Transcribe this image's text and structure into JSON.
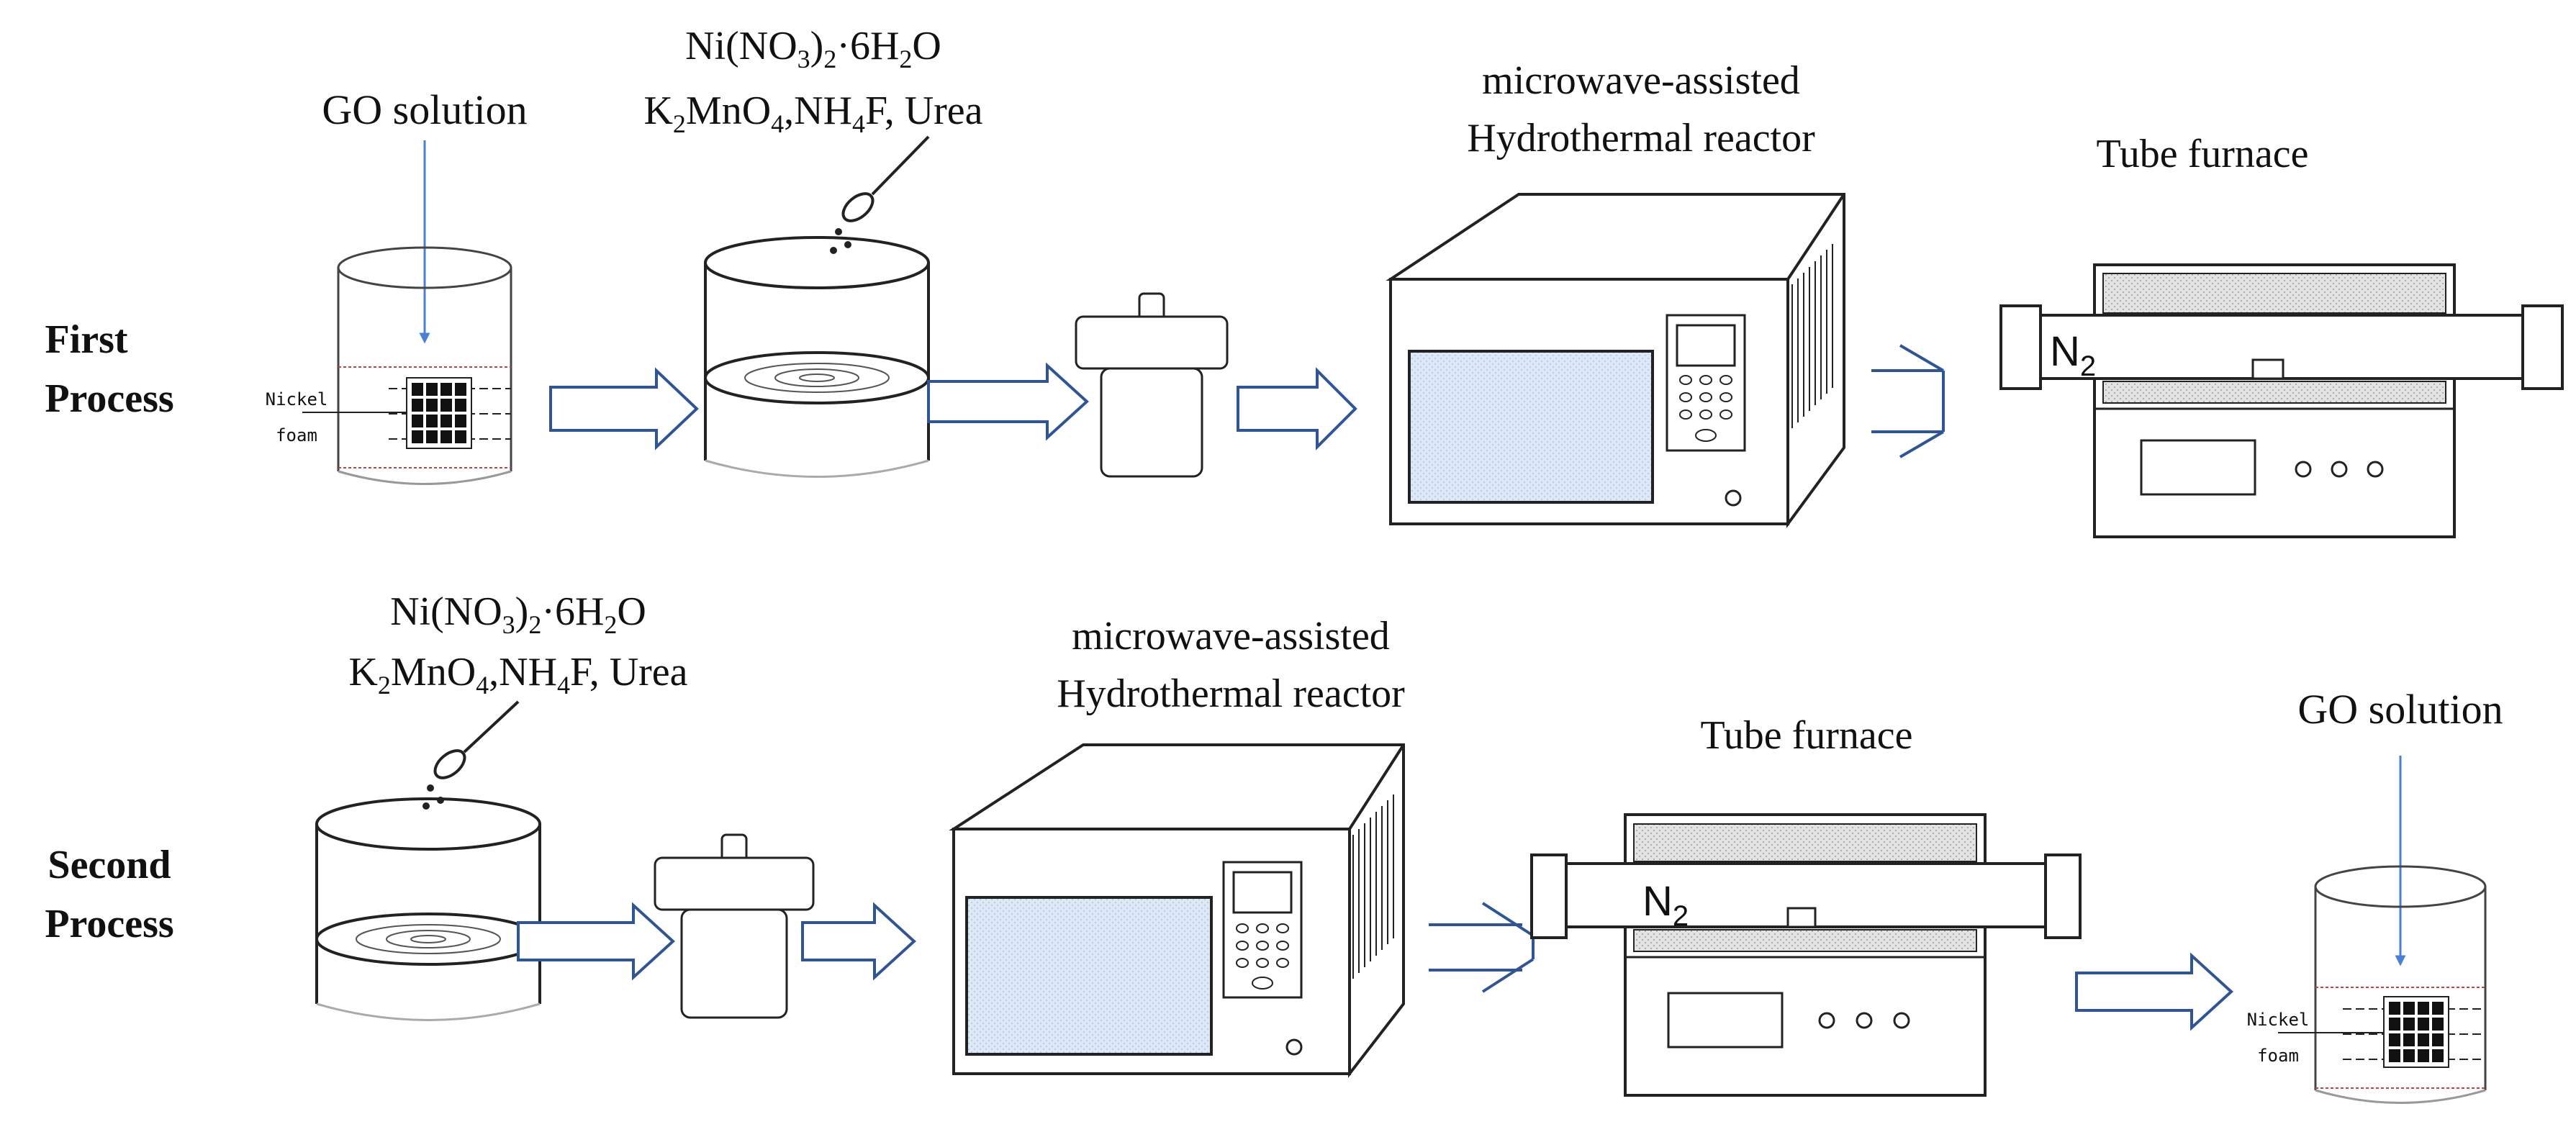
{
  "rows": [
    {
      "label_line1": "First",
      "label_line2": "Process"
    },
    {
      "label_line1": "Second",
      "label_line2": "Process"
    }
  ],
  "go_solution": "GO solution",
  "nickel_foam": {
    "line1": "Nickel",
    "line2": "foam"
  },
  "reagents": {
    "ni_base": "Ni(NO",
    "ni_sub3": "3",
    "ni_close": ")",
    "ni_sub2": "2",
    "ni_hydrate": "·6H",
    "ni_h2o_sub": "2",
    "ni_o": "O",
    "k": "K",
    "k_sub": "2",
    "mno": "MnO",
    "mno_sub": "4",
    "nh": ",NH",
    "nh_sub": "4",
    "f_urea": "F,  Urea"
  },
  "reactor": {
    "line1": "microwave-assisted",
    "line2": "Hydrothermal  reactor"
  },
  "furnace": {
    "title": "Tube furnace",
    "gas": "N",
    "gas_sub": "2"
  },
  "colors": {
    "arrow": "#2f5597",
    "solution_arrow": "#4a7fd4",
    "microwave_window": "#dbe9f7",
    "furnace_hatch": "#d9d9d9"
  }
}
